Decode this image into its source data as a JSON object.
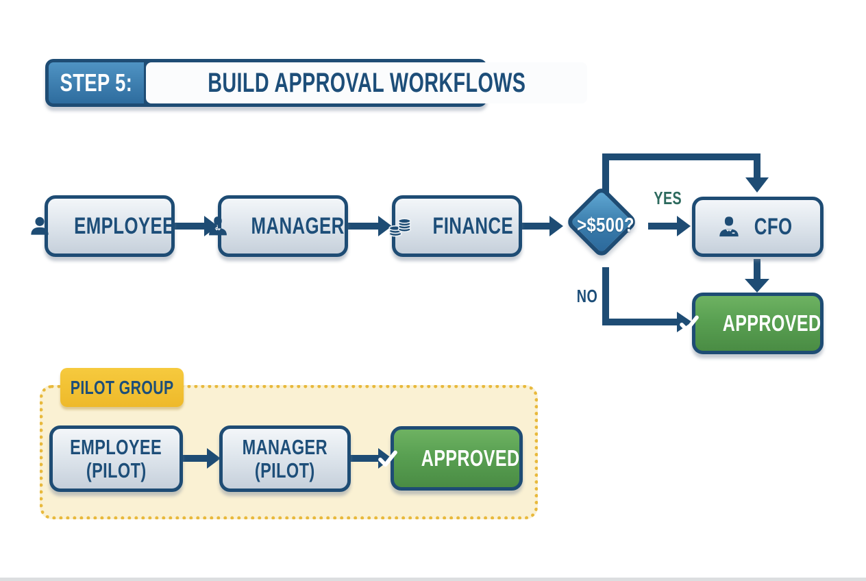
{
  "header": {
    "step_label": "STEP 5:",
    "title": "BUILD APPROVAL WORKFLOWS"
  },
  "main_flow": {
    "employee": {
      "label": "EMPLOYEE",
      "icon": "person-icon"
    },
    "manager": {
      "label": "MANAGER",
      "icon": "manager-icon"
    },
    "finance": {
      "label": "FINANCE",
      "icon": "coins-icon"
    },
    "decision": {
      "label": ">$500?"
    },
    "yes_label": "YES",
    "no_label": "NO",
    "cfo": {
      "label": "CFO",
      "icon": "executive-icon"
    },
    "approved": {
      "label": "APPROVED",
      "icon": "check-icon"
    }
  },
  "pilot_group": {
    "group_label": "PILOT GROUP",
    "employee": {
      "line1": "EMPLOYEE",
      "line2": "(PILOT)"
    },
    "manager": {
      "line1": "MANAGER",
      "line2": "(PILOT)"
    },
    "approved": {
      "label": "APPROVED",
      "icon": "check-icon"
    }
  },
  "colors": {
    "navy": "#1e4c74",
    "node_fill_top": "#f3f6f9",
    "node_fill_bottom": "#c6d0db",
    "step_blue_top": "#4f93c3",
    "step_blue_bottom": "#2e6c9e",
    "diamond_blue_top": "#60a8d4",
    "diamond_blue_bottom": "#2b689b",
    "green_top": "#6eb262",
    "green_bottom": "#4a8c44",
    "yes_label_green": "#2d6a5e",
    "gold_tag": "#f2c437",
    "pilot_fill": "#faf1d3",
    "pilot_dotted_border": "#e8b93c",
    "background": "#ffffff"
  }
}
